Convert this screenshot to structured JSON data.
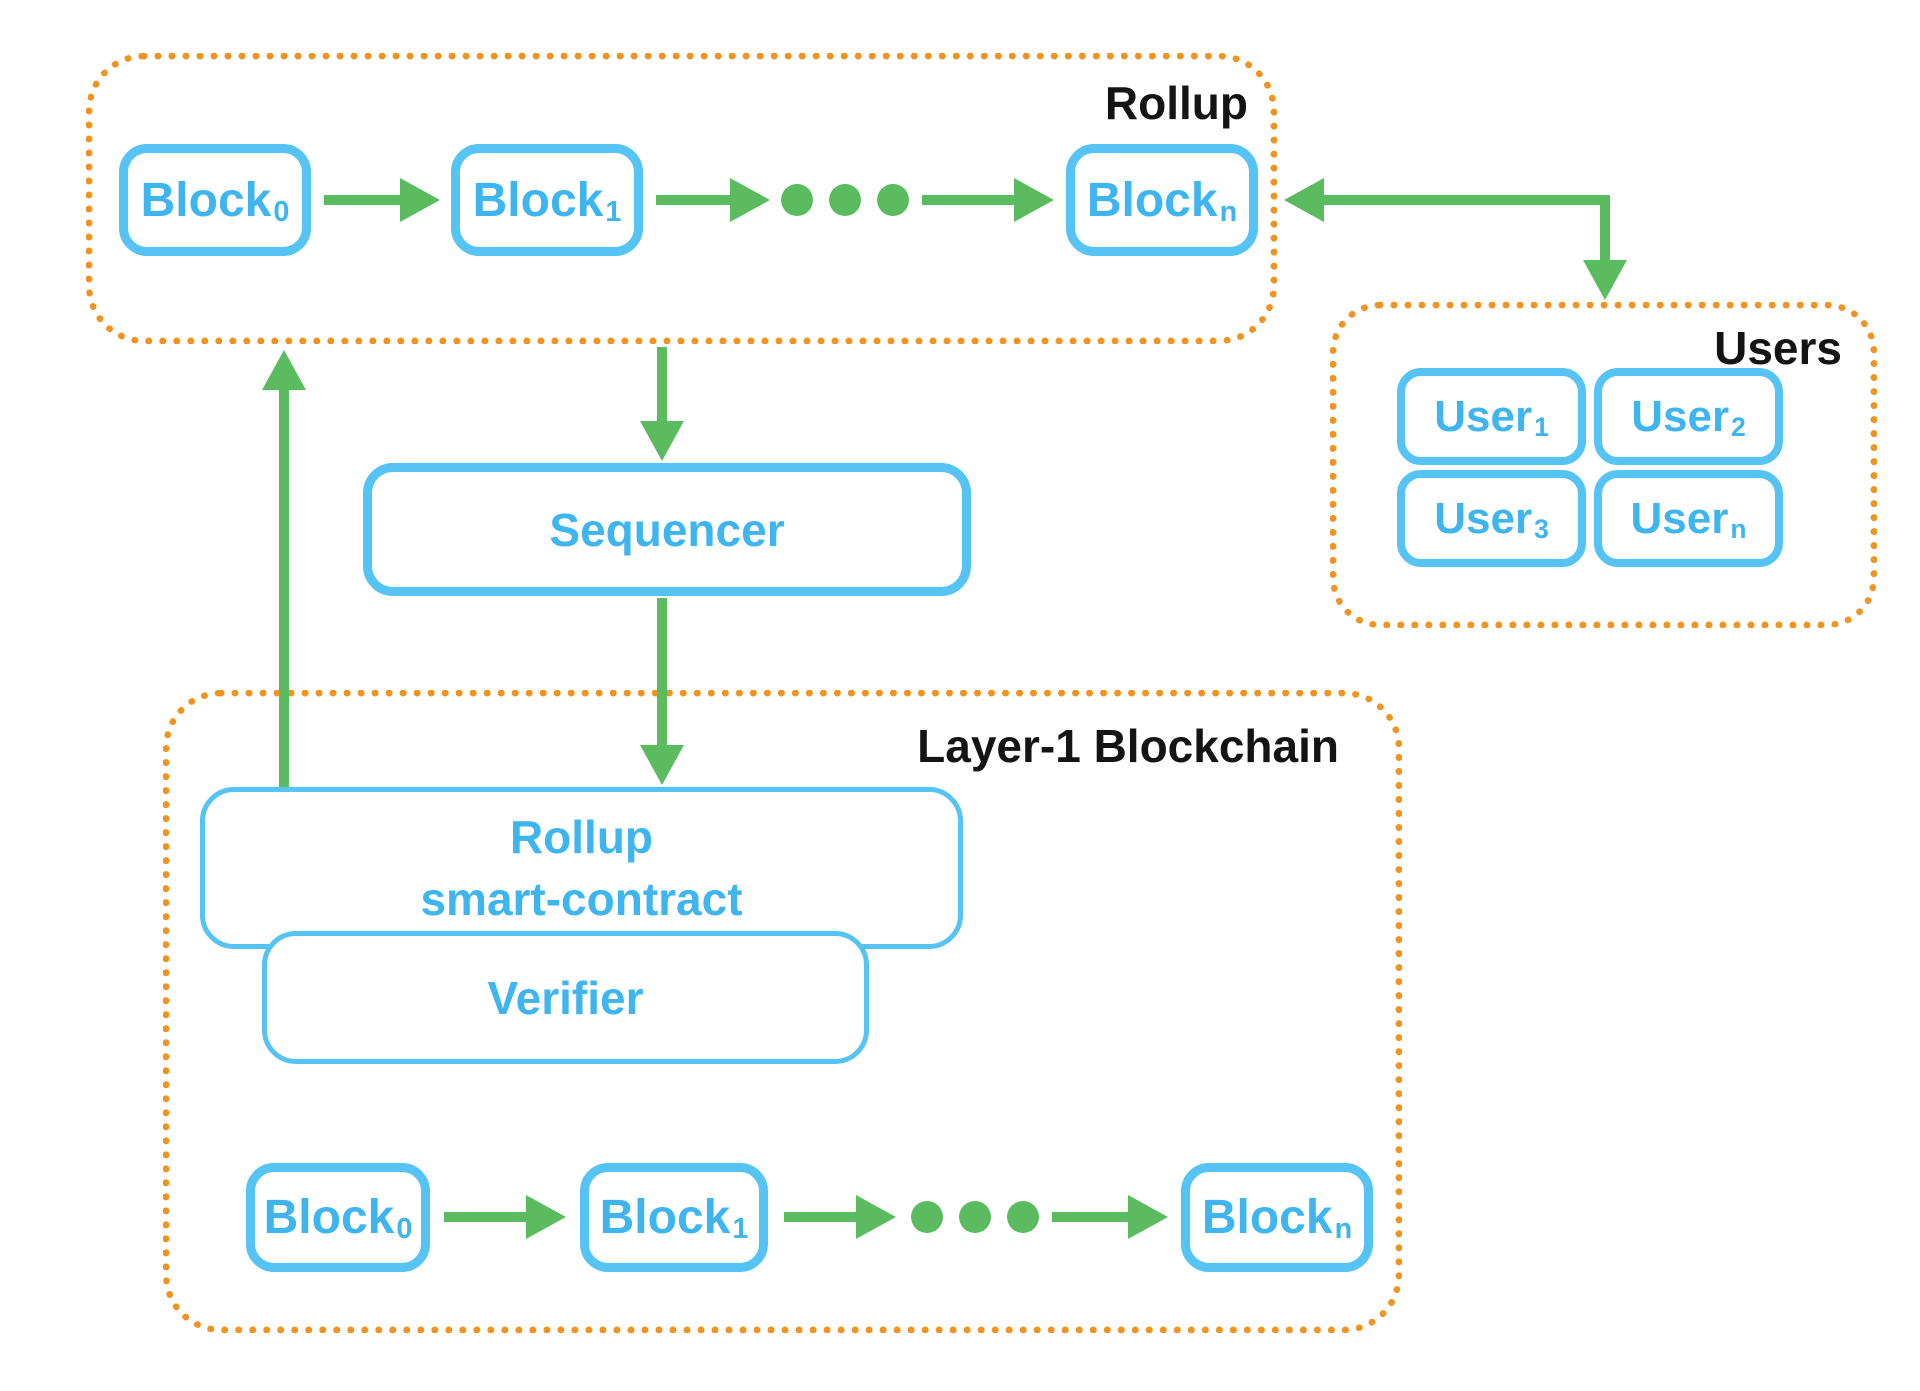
{
  "colors": {
    "box_border": "#55c3f3",
    "box_text": "#3fb5ef",
    "container_border": "#f0931f",
    "label_text": "#141414",
    "arrow_green": "#5abc5f",
    "background": "#ffffff"
  },
  "rollup": {
    "label": "Rollup",
    "blocks": [
      {
        "text": "Block",
        "sub": "0"
      },
      {
        "text": "Block",
        "sub": "1"
      },
      {
        "text": "Block",
        "sub": "n"
      }
    ],
    "ellipsis_icon": "three-green-dots"
  },
  "users": {
    "label": "Users",
    "items": [
      {
        "text": "User",
        "sub": "1"
      },
      {
        "text": "User",
        "sub": "2"
      },
      {
        "text": "User",
        "sub": "3"
      },
      {
        "text": "User",
        "sub": "n"
      }
    ]
  },
  "sequencer": {
    "label": "Sequencer"
  },
  "layer1": {
    "label": "Layer-1 Blockchain",
    "smart_contract": {
      "line1": "Rollup",
      "line2": "smart-contract"
    },
    "verifier": {
      "label": "Verifier"
    },
    "blocks": [
      {
        "text": "Block",
        "sub": "0"
      },
      {
        "text": "Block",
        "sub": "1"
      },
      {
        "text": "Block",
        "sub": "n"
      }
    ],
    "ellipsis_icon": "three-green-dots"
  }
}
